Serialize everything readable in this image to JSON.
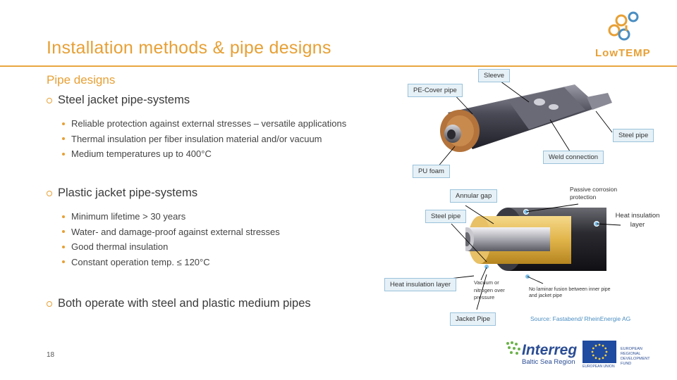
{
  "header": {
    "title": "Installation methods & pipe designs",
    "logo_text": "LowTEMP"
  },
  "content": {
    "section_title": "Pipe designs",
    "groups": [
      {
        "heading": "Steel jacket pipe-systems",
        "bullets": [
          "Reliable protection against external stresses – versatile applications",
          "Thermal insulation per fiber insulation material and/or vacuum",
          "Medium temperatures up to 400°C"
        ]
      },
      {
        "heading": "Plastic jacket pipe-systems",
        "bullets": [
          "Minimum lifetime > 30 years",
          "Water- and damage-proof against external stresses",
          "Good thermal insulation",
          "Constant operation temp. ≤ 120°C"
        ]
      },
      {
        "heading": "Both operate with steel and plastic medium pipes",
        "bullets": []
      }
    ]
  },
  "figure_top": {
    "labels": {
      "sleeve": "Sleeve",
      "pe_cover": "PE-Cover pipe",
      "steel_pipe": "Steel pipe",
      "weld": "Weld connection",
      "pu_foam": "PU foam"
    }
  },
  "figure_bottom": {
    "labels": {
      "annular_gap": "Annular gap",
      "passive_corrosion": "Passive corrosion protection",
      "steel_pipe": "Steel pipe",
      "heat_insulation_layer_right": "Heat insulation layer",
      "heat_insulation_layer_left": "Heat insulation layer",
      "vacuum": "Vacuum or nitrogen over pressure",
      "no_laminar": "No laminar fusion between inner pipe and jacket pipe",
      "jacket_pipe": "Jacket Pipe"
    },
    "source": "Source: Fastabend/ RheinEnergie AG"
  },
  "footer": {
    "page_number": "18",
    "interreg": "Interreg",
    "interreg_region": "Baltic Sea Region",
    "eu_text": "EUROPEAN\nREGIONAL\nDEVELOPMENT\nFUND",
    "eu_under": "EUROPEAN UNION"
  },
  "colors": {
    "accent": "#e7a035",
    "interreg_blue": "#2b4d94",
    "eu_blue": "#1f4ba0"
  }
}
